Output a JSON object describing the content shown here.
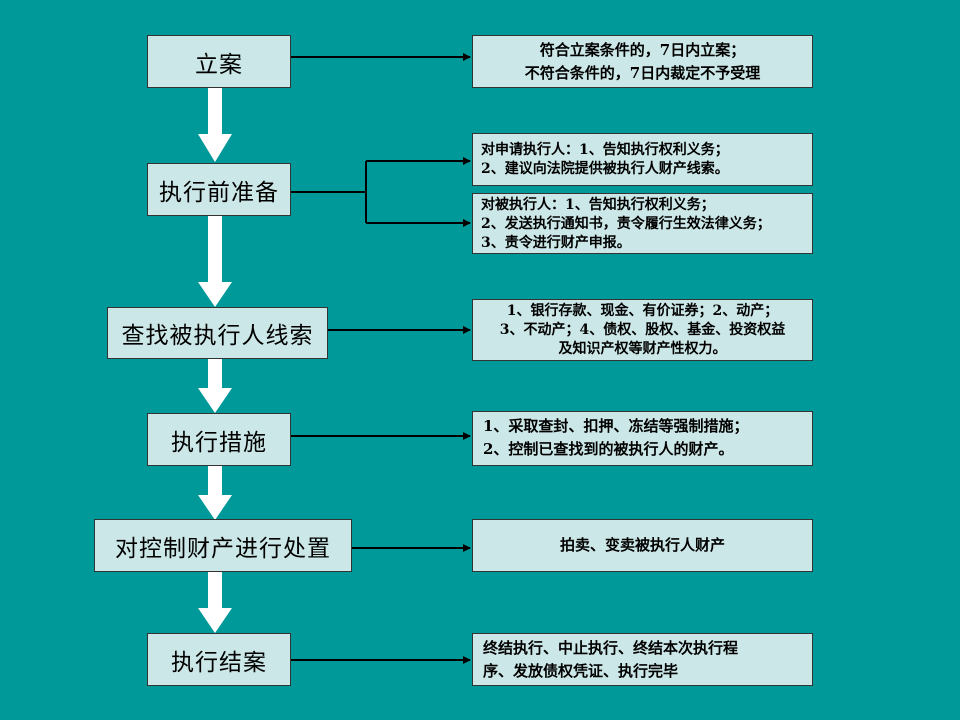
{
  "stages": [
    {
      "label": "立案"
    },
    {
      "label": "执行前准备"
    },
    {
      "label": "查找被执行人线索"
    },
    {
      "label": "执行措施"
    },
    {
      "label": "对控制财产进行处置"
    },
    {
      "label": "执行结案"
    }
  ],
  "notes": {
    "filing": [
      "符合立案条件的，7日内立案；",
      "不符合条件的，7日内裁定不予受理"
    ],
    "prep_applicant": [
      "对申请执行人：1、告知执行权利义务；",
      "2、建议向法院提供被执行人财产线索。"
    ],
    "prep_respondent": [
      "对被执行人：1、告知执行权利义务；",
      "2、发送执行通知书，责令履行生效法律义务；",
      "3、责令进行财产申报。"
    ],
    "clues": [
      "1、银行存款、现金、有价证券；2、动产；",
      "3、不动产；4、债权、股权、基金、投资权益",
      "及知识产权等财产性权力。"
    ],
    "measures": [
      "1、采取查封、扣押、冻结等强制措施；",
      "2、控制已查找到的被执行人的财产。"
    ],
    "disposal": [
      "拍卖、变卖被执行人财产"
    ],
    "closing": [
      "终结执行、中止执行、终结本次执行程",
      "序、发放债权凭证、执行完毕"
    ]
  },
  "colors": {
    "background": "#009999",
    "box_fill": "#cce7e7",
    "arrow": "#ffffff",
    "connector": "#000000"
  }
}
